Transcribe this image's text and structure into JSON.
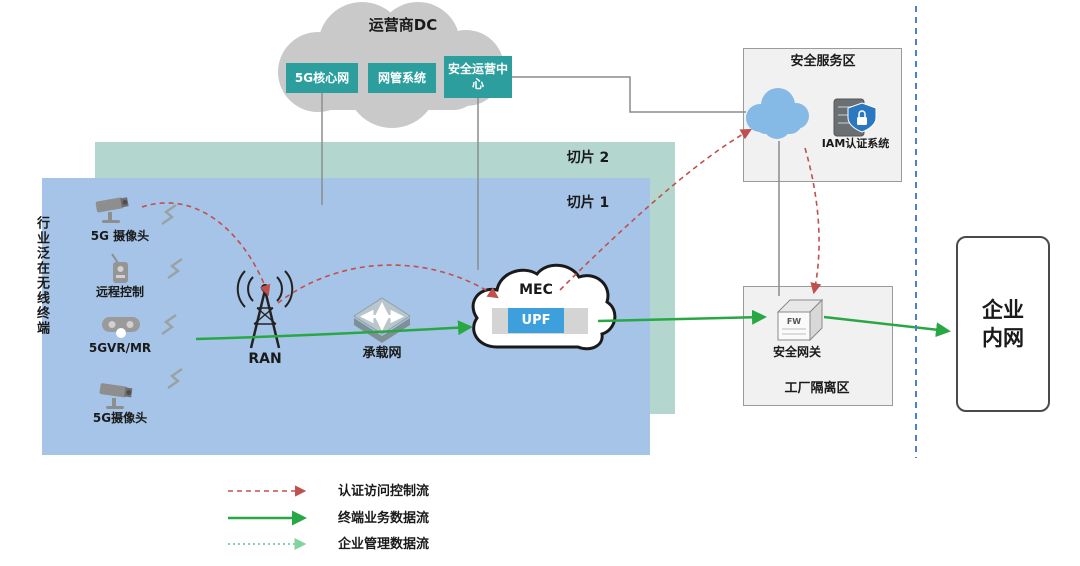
{
  "operator_dc": {
    "label": "运营商DC",
    "nodes": [
      {
        "label": "5G核心网"
      },
      {
        "label": "网管系统"
      },
      {
        "label": "安全运营中心"
      }
    ]
  },
  "security_zone": {
    "label": "安全服务区",
    "iam_label": "IAM认证系统"
  },
  "slices": {
    "slice2_label": "切片 2",
    "slice1_label": "切片 1"
  },
  "terminals": {
    "group_label": "行业泛在无线终端",
    "items": [
      {
        "label": "5G 摄像头",
        "icon": "camera-icon"
      },
      {
        "label": "远程控制",
        "icon": "remote-control-icon"
      },
      {
        "label": "5GVR/MR",
        "icon": "vr-headset-icon"
      },
      {
        "label": "5G摄像头",
        "icon": "camera-icon"
      }
    ]
  },
  "core_nodes": {
    "ran_label": "RAN",
    "bearer_label": "承载网",
    "mec_label": "MEC",
    "upf_label": "UPF",
    "fw_label": "FW"
  },
  "factory_zone": {
    "label": "工厂隔离区",
    "gateway_label": "安全网关"
  },
  "enterprise": {
    "label": "企业内网"
  },
  "legend": {
    "items": [
      {
        "label": "认证访问控制流",
        "style": "red-dashed"
      },
      {
        "label": "终端业务数据流",
        "style": "green-solid"
      },
      {
        "label": "企业管理数据流",
        "style": "green-dotted"
      }
    ]
  },
  "colors": {
    "teal_node": "#2d9e9e",
    "slice1_bg": "#a6c4e7",
    "slice2_bg": "#b3d7cf",
    "operator_cloud": "#c9c9c9",
    "security_cloud": "#85b9e6",
    "upf_bg": "#3da0dc",
    "flow_auth": "#c0504d",
    "flow_data": "#27a844",
    "flow_mgmt": "#7fd4a0",
    "boundary_line": "#4d7fd0"
  }
}
